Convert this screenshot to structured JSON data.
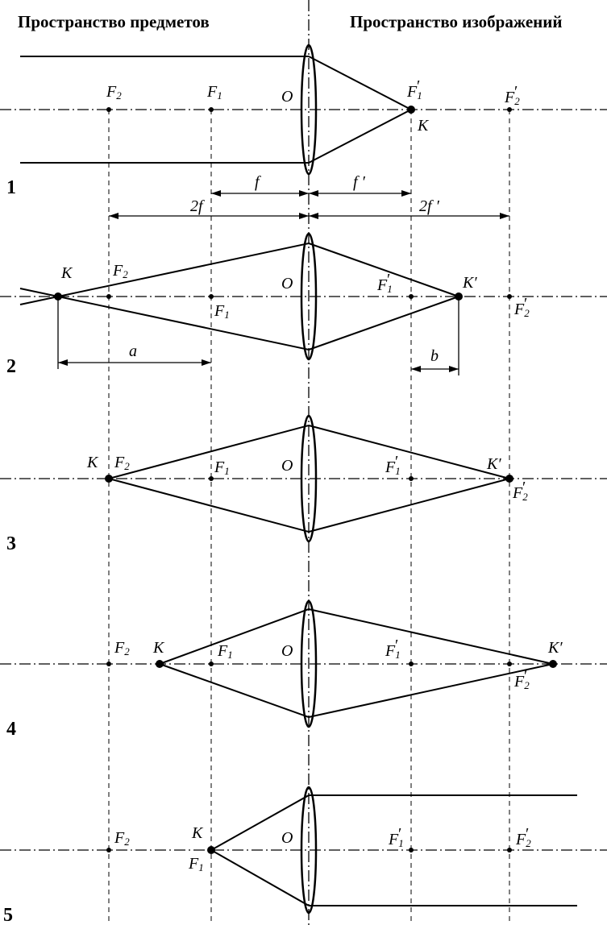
{
  "headers": {
    "object_space": "Пространство предметов",
    "image_space": "Пространство изображений"
  },
  "glyphs": {
    "F": "F",
    "sub1": "1",
    "sub2": "2",
    "prime": "′",
    "O": "O",
    "K": "К",
    "K_prime": "К′",
    "f": "f",
    "f_prime": "f ′",
    "two_f": "2f",
    "two_f_prime": "2f ′",
    "a": "a",
    "b": "b"
  },
  "panels": [
    {
      "number": "1",
      "object_position": "infinity",
      "image_position": "F1'"
    },
    {
      "number": "2",
      "object_position": "beyond 2F",
      "image_position": "between F1' and F2'"
    },
    {
      "number": "3",
      "object_position": "2F",
      "image_position": "F2'"
    },
    {
      "number": "4",
      "object_position": "between F2 and F1",
      "image_position": "beyond F2'"
    },
    {
      "number": "5",
      "object_position": "F1",
      "image_position": "infinity"
    }
  ]
}
